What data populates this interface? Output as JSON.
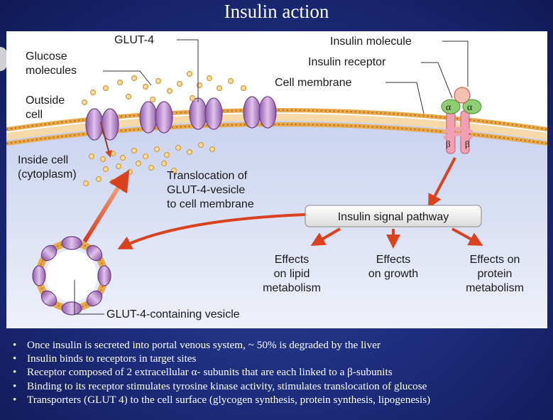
{
  "slide": {
    "title": "Insulin action"
  },
  "diagram": {
    "labels": {
      "glut4": "GLUT-4",
      "glucose_line1": "Glucose",
      "glucose_line2": "molecules",
      "outside_line1": "Outside",
      "outside_line2": "cell",
      "inside_line1": "Inside cell",
      "inside_line2": "(cytoplasm)",
      "insulin_molecule": "Insulin molecule",
      "insulin_receptor": "Insulin receptor",
      "cell_membrane": "Cell membrane",
      "translocation_line1": "Translocation of",
      "translocation_line2": "GLUT-4-vesicle",
      "translocation_line3": "to cell membrane",
      "signal_pathway": "Insulin signal pathway",
      "lipid_line1": "Effects",
      "lipid_line2": "on lipid",
      "lipid_line3": "metabolism",
      "growth_line1": "Effects",
      "growth_line2": "on growth",
      "protein_line1": "Effects on",
      "protein_line2": "protein",
      "protein_line3": "metabolism",
      "vesicle": "GLUT-4-containing vesicle",
      "alpha": "α",
      "beta": "β"
    }
  },
  "bullets": [
    "Once insulin is secreted into portal venous system, ~ 50% is degraded by the liver",
    "Insulin binds to receptors in target sites",
    "Receptor composed of 2 extracellular α- subunits that are each linked to a β-subunits",
    "Binding to its receptor stimulates tyrosine kinase activity, stimulates translocation of glucose",
    "Transporters (GLUT 4) to the cell surface (glycogen synthesis, protein synthesis, lipogenesis)"
  ],
  "colors": {
    "background": "#1c2b7a",
    "membrane_outer": "#e8a94a",
    "glut4": "#b780c8",
    "receptor_alpha": "#8fcf74",
    "receptor_beta": "#f0a0b0",
    "arrow": "#e0482c",
    "cytoplasm": "#d6ddf2"
  }
}
